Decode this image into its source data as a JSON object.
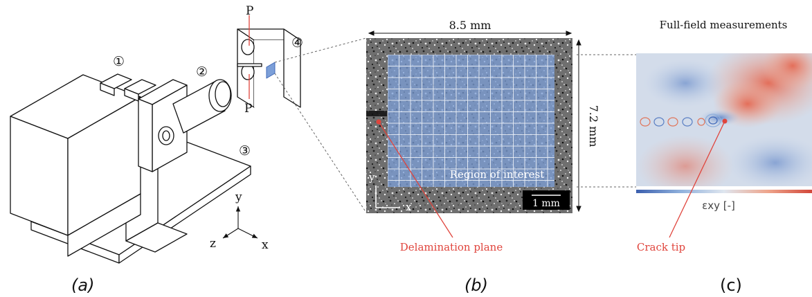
{
  "colors": {
    "accent_red": "#e0443c",
    "roi_blue": "#7c9fd8",
    "strain_negative": "#3f68b8",
    "strain_positive": "#e0755a",
    "strain_neutral": "#c9d6e8"
  },
  "panel_a": {
    "label": "(a)",
    "callouts": [
      "①",
      "②",
      "③",
      "④"
    ],
    "load_top": "P",
    "load_bottom": "P",
    "axes": {
      "y": "y",
      "z": "z",
      "x": "x"
    }
  },
  "panel_b": {
    "label": "(b)",
    "width_dim": "8.5 mm",
    "height_dim": "7.2 mm",
    "roi_label": "Region of interest",
    "scale_bar": "1 mm",
    "axis_y": "y",
    "axis_x": "x",
    "delamination_label": "Delamination plane"
  },
  "panel_c": {
    "label": "(c)",
    "title": "Full-field measurements",
    "colorbar_label": "εxy [-]",
    "crack_tip_label": "Crack tip"
  }
}
